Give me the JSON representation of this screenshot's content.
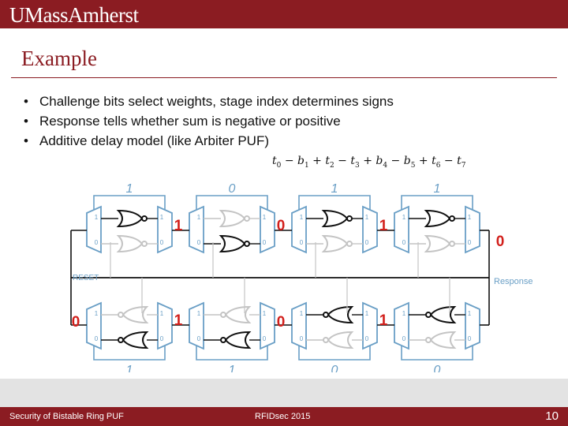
{
  "header": {
    "logo_text": "UMassAmherst"
  },
  "slide": {
    "title": "Example",
    "bullets": [
      "Challenge bits select weights, stage index determines signs",
      "Response tells whether sum is negative or positive",
      "Additive delay model (like Arbiter PUF)"
    ],
    "formula": {
      "terms": [
        {
          "op": "",
          "var": "t",
          "sub": "0"
        },
        {
          "op": "−",
          "var": "b",
          "sub": "1"
        },
        {
          "op": "+",
          "var": "t",
          "sub": "2"
        },
        {
          "op": "−",
          "var": "t",
          "sub": "3"
        },
        {
          "op": "+",
          "var": "b",
          "sub": "4"
        },
        {
          "op": "−",
          "var": "b",
          "sub": "5"
        },
        {
          "op": "+",
          "var": "t",
          "sub": "6"
        },
        {
          "op": "−",
          "var": "t",
          "sub": "7"
        }
      ]
    }
  },
  "diagram": {
    "top_challenges": [
      "1",
      "0",
      "1",
      "1"
    ],
    "bottom_challenges": [
      "1",
      "1",
      "0",
      "0"
    ],
    "mux_input_top": "1",
    "mux_input_bottom": "0",
    "reset_label": "RESET",
    "response_label": "Response",
    "top_stage_bits": [
      "1",
      "0",
      "1"
    ],
    "bottom_stage_bits": [
      "0",
      "1",
      "0",
      "1"
    ],
    "output_bit": "0",
    "colors": {
      "wire": "#6a9fc6",
      "active": "#111111",
      "inactive": "#c4c4c4",
      "bit": "#d21f1b"
    }
  },
  "footer": {
    "left": "Security of Bistable Ring PUF",
    "center": "RFIDsec 2015",
    "page": "10"
  }
}
